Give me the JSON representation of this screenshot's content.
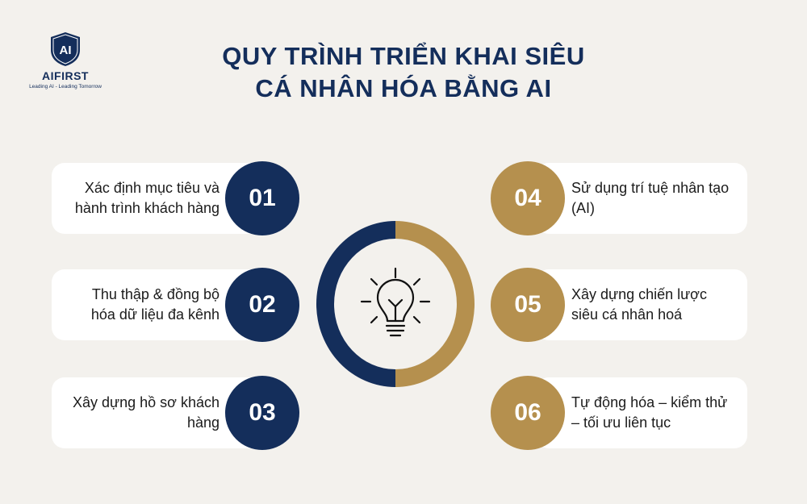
{
  "brand": {
    "logo_mark": "AI",
    "name": "AIFIRST",
    "tagline": "Leading AI - Leading Tomorrow"
  },
  "title": {
    "line1": "QUY TRÌNH TRIỂN KHAI SIÊU",
    "line2": "CÁ NHÂN HÓA BẰNG AI"
  },
  "center": {
    "icon": "lightbulb-icon"
  },
  "colors": {
    "navy": "#142e5b",
    "gold": "#b5904e",
    "background": "#f3f1ed",
    "card": "#ffffff"
  },
  "steps": [
    {
      "number": "01",
      "text": "Xác định mục tiêu và hành trình khách hàng",
      "color": "navy"
    },
    {
      "number": "02",
      "text": "Thu thập & đồng bộ hóa dữ liệu đa kênh",
      "color": "navy"
    },
    {
      "number": "03",
      "text": "Xây dựng hồ sơ khách hàng",
      "color": "navy"
    },
    {
      "number": "04",
      "text": "Sử dụng trí tuệ nhân tạo (AI)",
      "color": "gold"
    },
    {
      "number": "05",
      "text": "Xây dựng chiến lược siêu cá nhân hoá",
      "color": "gold"
    },
    {
      "number": "06",
      "text": "Tự động hóa – kiểm thử – tối ưu liên tục",
      "color": "gold"
    }
  ]
}
